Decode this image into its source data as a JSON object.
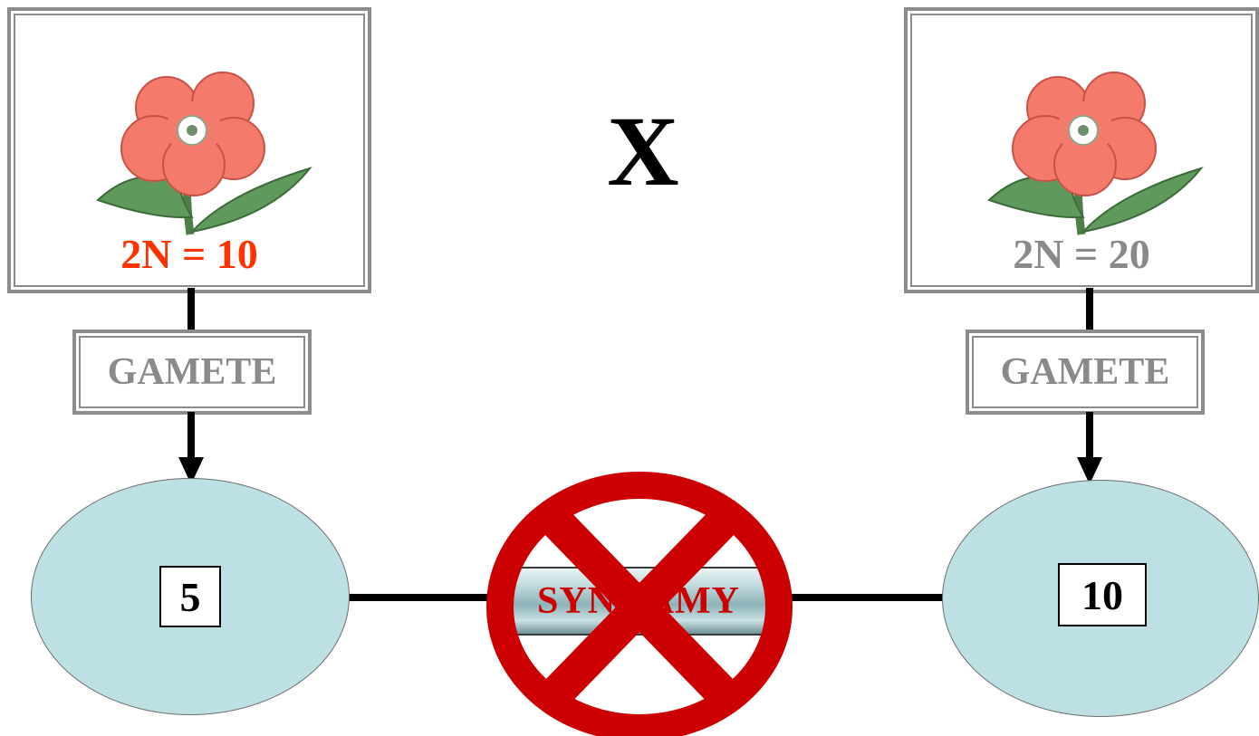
{
  "cross_symbol": "X",
  "left_parent": {
    "ploidy_label": "2N = 10",
    "label_color": "#ff3300",
    "gamete_label": "GAMETE",
    "gamete_chromosomes": "5"
  },
  "right_parent": {
    "ploidy_label": "2N = 20",
    "label_color": "#8a8a8a",
    "gamete_label": "GAMETE",
    "gamete_chromosomes": "10"
  },
  "fusion": {
    "label": "SYNGAMY",
    "blocked": true,
    "prohibition_color": "#cc0000"
  },
  "icons": [
    "flower-icon",
    "prohibition-icon",
    "arrow-down-icon"
  ],
  "colors": {
    "cell_fill": "#bde0e4",
    "frame_border": "#8c8c8c",
    "flower_petal": "#f47a6b",
    "leaf": "#5f9a5c"
  }
}
